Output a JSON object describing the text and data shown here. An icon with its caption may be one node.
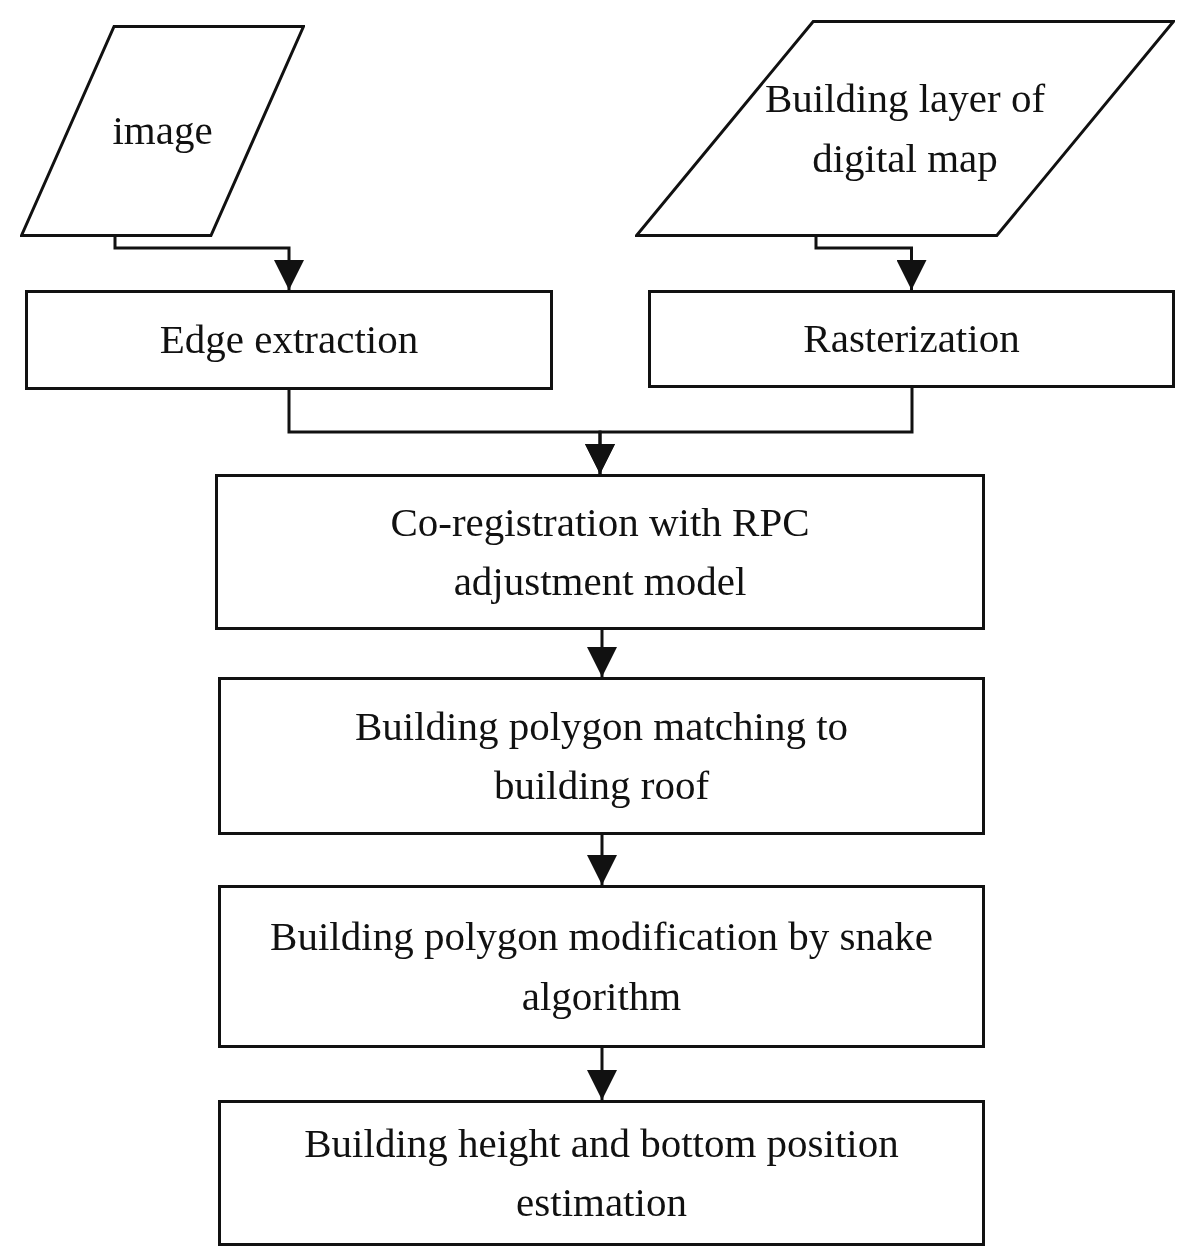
{
  "diagram": {
    "nodes": [
      {
        "text": [
          "image"
        ]
      },
      {
        "text": [
          "Building layer of digital map"
        ]
      },
      {
        "text": [
          "Edge extraction"
        ]
      },
      {
        "text": [
          "Rasterization"
        ]
      },
      {
        "text": [
          "Co-registration with RPC adjustment model"
        ]
      },
      {
        "text": [
          "Building polygon matching to building roof"
        ]
      },
      {
        "text": [
          "Building polygon modification by snake algorithm"
        ]
      },
      {
        "text": [
          "Building height and bottom position estimation"
        ]
      }
    ],
    "edges": [
      {
        "from": 0,
        "to": 2,
        "arrow": "to"
      },
      {
        "from": 1,
        "to": 3,
        "arrow": "to"
      },
      {
        "from": 2,
        "to": 4,
        "arrow": "to"
      },
      {
        "from": 3,
        "to": 4,
        "arrow": "to"
      },
      {
        "from": 4,
        "to": 5,
        "arrow": "to"
      },
      {
        "from": 5,
        "to": 6,
        "arrow": "to"
      },
      {
        "from": 6,
        "to": 7,
        "arrow": "to"
      }
    ]
  }
}
